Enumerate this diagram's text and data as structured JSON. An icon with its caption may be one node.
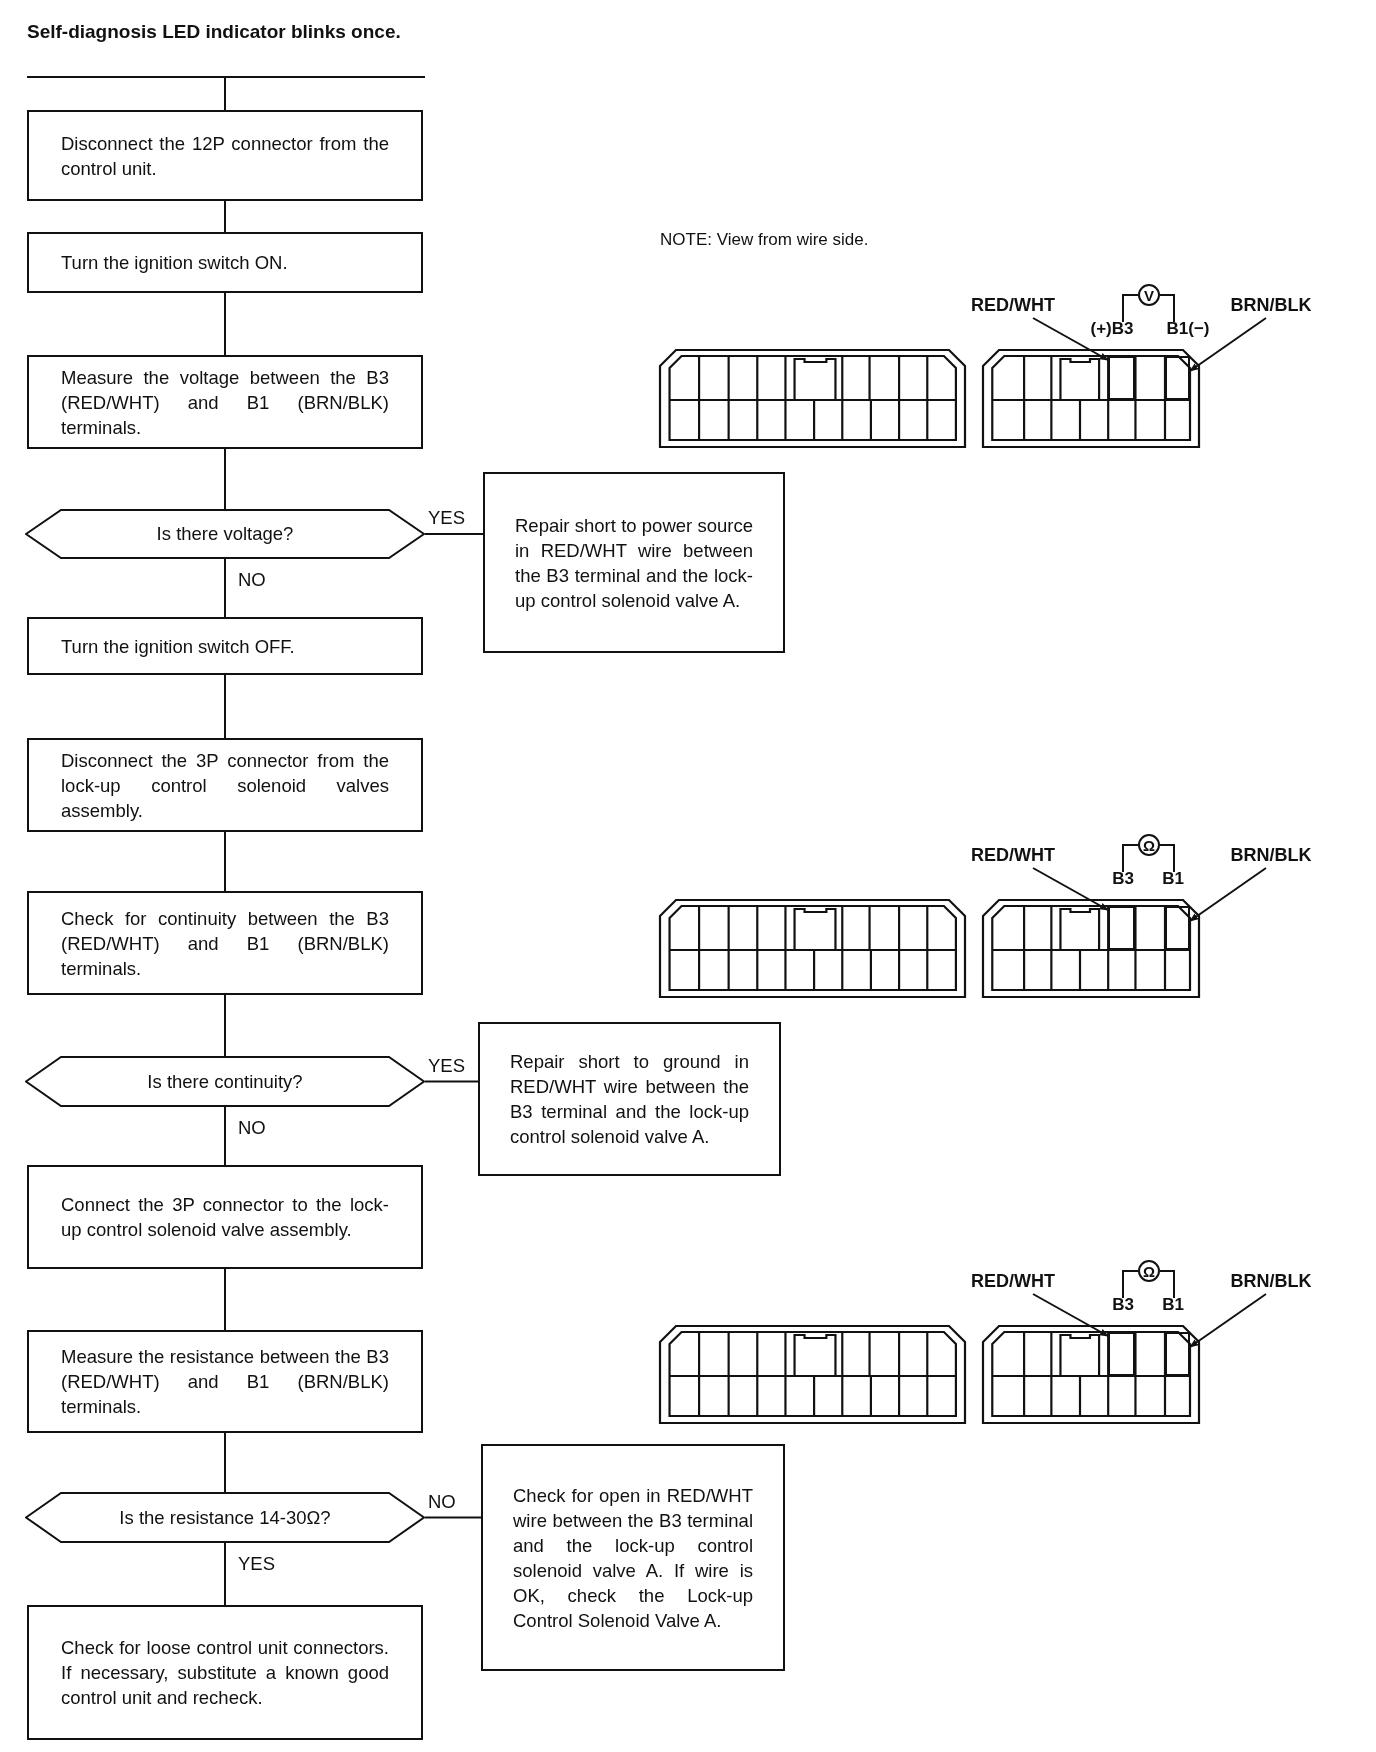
{
  "diagram": {
    "nodes": [
      {
        "text": [
          "Self-diagnosis LED indicator blinks once."
        ]
      },
      {
        "text": [
          "Disconnect the 12P connector from the control unit."
        ]
      },
      {
        "text": [
          "Turn the ignition switch ON."
        ]
      },
      {
        "text": [
          "Measure the voltage between the B3 (RED/WHT) and B1 (BRN/BLK) terminals."
        ]
      },
      {
        "text": [
          "Is there voltage?"
        ]
      },
      {
        "text": [
          "Repair short to power source in RED/WHT wire between the B3 terminal and the lock-up control solenoid valve A."
        ]
      },
      {
        "text": [
          "Turn the ignition switch OFF."
        ]
      },
      {
        "text": [
          "Disconnect the 3P connector from the lock-up control solenoid valves assembly."
        ]
      },
      {
        "text": [
          "Check for continuity between the B3 (RED/WHT) and B1 (BRN/BLK) terminals."
        ]
      },
      {
        "text": [
          "Is there continuity?"
        ]
      },
      {
        "text": [
          "Repair short to ground in RED/WHT wire between the B3 terminal and the lock-up control solenoid valve A."
        ]
      },
      {
        "text": [
          "Connect the 3P connector to the lock-up control solenoid valve assembly."
        ]
      },
      {
        "text": [
          "Measure the resistance between the B3 (RED/WHT) and B1 (BRN/BLK) terminals."
        ]
      },
      {
        "text": [
          "Is the resistance 14-30Ω?"
        ]
      },
      {
        "text": [
          "Check for open in RED/WHT wire between the B3 terminal and the lock-up control solenoid valve A. If wire is OK, check the Lock-up Control Solenoid Valve A."
        ]
      },
      {
        "text": [
          "Check for loose control unit connectors. If necessary, substitute a known good control unit and recheck."
        ]
      },
      {
        "text": [
          "RED/WHT"
        ]
      },
      {
        "text": [
          "V"
        ]
      },
      {
        "text": [
          "BRN/BLK"
        ]
      },
      {
        "text": [],
        "shape": "box"
      },
      {
        "text": [],
        "shape": "box"
      },
      {
        "text": [
          "RED/WHT"
        ]
      },
      {
        "text": [
          "Ω"
        ]
      },
      {
        "text": [
          "BRN/BLK"
        ]
      },
      {
        "text": [],
        "shape": "box"
      },
      {
        "text": [],
        "shape": "box"
      },
      {
        "text": [
          "RED/WHT"
        ]
      },
      {
        "text": [
          "Ω"
        ]
      },
      {
        "text": [
          "BRN/BLK"
        ]
      },
      {
        "text": [],
        "shape": "box"
      },
      {
        "text": [],
        "shape": "box"
      }
    ],
    "edges": [
      {
        "from": 0,
        "to": 1,
        "arrow": "none"
      },
      {
        "from": 1,
        "to": 2,
        "arrow": "none"
      },
      {
        "from": 2,
        "to": 3,
        "arrow": "none"
      },
      {
        "from": 3,
        "to": 4,
        "arrow": "none"
      },
      {
        "from": 4,
        "to": 5,
        "arrow": "none",
        "label": "YES"
      },
      {
        "from": 4,
        "to": 6,
        "arrow": "none",
        "label": "NO"
      },
      {
        "from": 6,
        "to": 7,
        "arrow": "none"
      },
      {
        "from": 7,
        "to": 8,
        "arrow": "none"
      },
      {
        "from": 8,
        "to": 9,
        "arrow": "none"
      },
      {
        "from": 9,
        "to": 10,
        "arrow": "none",
        "label": "YES"
      },
      {
        "from": 9,
        "to": 11,
        "arrow": "none",
        "label": "NO"
      },
      {
        "from": 11,
        "to": 12,
        "arrow": "none"
      },
      {
        "from": 12,
        "to": 13,
        "arrow": "none"
      },
      {
        "from": 13,
        "to": 14,
        "arrow": "none",
        "label": "NO"
      },
      {
        "from": 13,
        "to": 15,
        "arrow": "none",
        "label": "YES"
      },
      {
        "from": 16,
        "to": 19,
        "arrow": "to"
      },
      {
        "from": 18,
        "to": 20,
        "arrow": "to"
      },
      {
        "from": 21,
        "to": 24,
        "arrow": "to"
      },
      {
        "from": 23,
        "to": 25,
        "arrow": "to"
      },
      {
        "from": 26,
        "to": 29,
        "arrow": "to"
      },
      {
        "from": 28,
        "to": 30,
        "arrow": "to"
      }
    ],
    "labels": [
      "NOTE: View from wire side.",
      "(+)B3",
      "B1(−)",
      "B3",
      "B1",
      "B3",
      "B1"
    ]
  }
}
